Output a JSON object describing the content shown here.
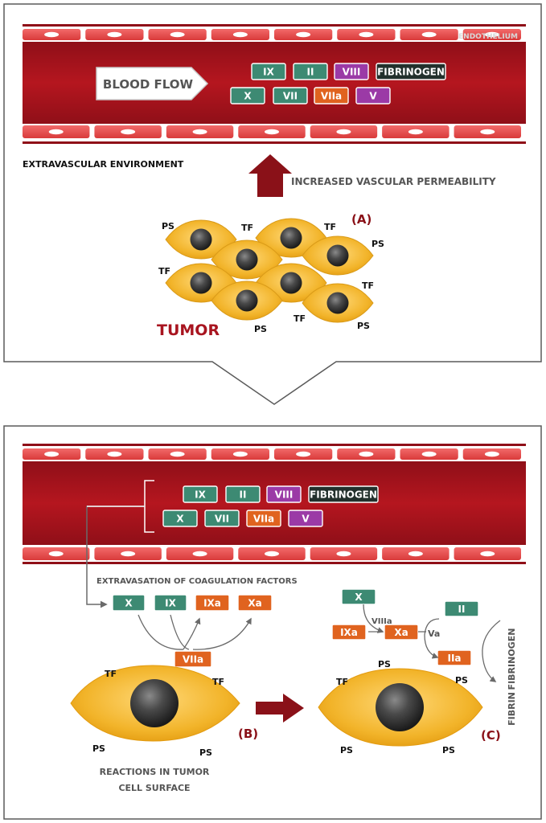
{
  "panel_a": {
    "endothelium_label": "ENDOTHELIUM",
    "blood_flow_label": "BLOOD FLOW",
    "factors_row1": [
      {
        "label": "IX",
        "color": "#3d8a73"
      },
      {
        "label": "II",
        "color": "#3d8a73"
      },
      {
        "label": "VIII",
        "color": "#9b3aa6"
      },
      {
        "label": "FIBRINOGEN",
        "color": "#22302c"
      }
    ],
    "factors_row2": [
      {
        "label": "X",
        "color": "#3d8a73"
      },
      {
        "label": "VII",
        "color": "#3d8a73"
      },
      {
        "label": "VIIa",
        "color": "#e0631f"
      },
      {
        "label": "V",
        "color": "#9b3aa6"
      }
    ],
    "extravascular_label": "EXTRAVASCULAR ENVIRONMENT",
    "permeability_label": "INCREASED VASCULAR PERMEABILITY",
    "panel_letter": "(A)",
    "tumor_label": "TUMOR",
    "cell_labels": [
      {
        "id": "ps-1",
        "text": "PS"
      },
      {
        "id": "tf-1",
        "text": "TF"
      },
      {
        "id": "tf-2",
        "text": "TF"
      },
      {
        "id": "ps-2",
        "text": "PS"
      },
      {
        "id": "tf-3",
        "text": "TF"
      },
      {
        "id": "tf-4",
        "text": "TF"
      },
      {
        "id": "tf-5",
        "text": "TF"
      },
      {
        "id": "ps-3",
        "text": "PS"
      },
      {
        "id": "ps-4",
        "text": "PS"
      }
    ]
  },
  "panel_b": {
    "factors_row1": [
      {
        "label": "IX",
        "color": "#3d8a73"
      },
      {
        "label": "II",
        "color": "#3d8a73"
      },
      {
        "label": "VIII",
        "color": "#9b3aa6"
      },
      {
        "label": "FIBRINOGEN",
        "color": "#22302c"
      }
    ],
    "factors_row2": [
      {
        "label": "X",
        "color": "#3d8a73"
      },
      {
        "label": "VII",
        "color": "#3d8a73"
      },
      {
        "label": "VIIa",
        "color": "#e0631f"
      },
      {
        "label": "V",
        "color": "#9b3aa6"
      }
    ],
    "extravasation_label": "EXTRAVASATION OF COAGULATION FACTORS",
    "reaction_boxes": [
      {
        "label": "X",
        "color": "#3d8a73"
      },
      {
        "label": "IX",
        "color": "#3d8a73"
      },
      {
        "label": "IXa",
        "color": "#e0631f"
      },
      {
        "label": "Xa",
        "color": "#e0631f"
      }
    ],
    "viia_box": {
      "label": "VIIa",
      "color": "#e0631f"
    },
    "cell_b_labels": {
      "tf_left": "TF",
      "tf_right": "TF",
      "ps_left": "PS",
      "ps_right": "PS"
    },
    "letter_b": "(B)",
    "reactions_caption_line1": "REACTIONS IN TUMOR",
    "reactions_caption_line2": "CELL SURFACE",
    "cascade": {
      "x_box": "X",
      "viiia_label": "VIIIa",
      "ixa_box": "IXa",
      "xa_box": "Xa",
      "va_label": "Va",
      "ii_box": "II",
      "iia_box": "IIa",
      "fibrinogen_label": "FIBRINOGEN",
      "fibrin_label": "FIBRIN"
    },
    "cell_c_labels": {
      "tf": "TF",
      "ps_top": "PS",
      "ps_top_right": "PS",
      "ps_left": "PS",
      "ps_right": "PS"
    },
    "letter_c": "(C)"
  },
  "colors": {
    "vessel": "#a8141f",
    "vessel_dark": "#7d0c14",
    "cell": "#f2b42a",
    "accent_dark_red": "#8a1118",
    "text_grey": "#5a5a5a"
  }
}
